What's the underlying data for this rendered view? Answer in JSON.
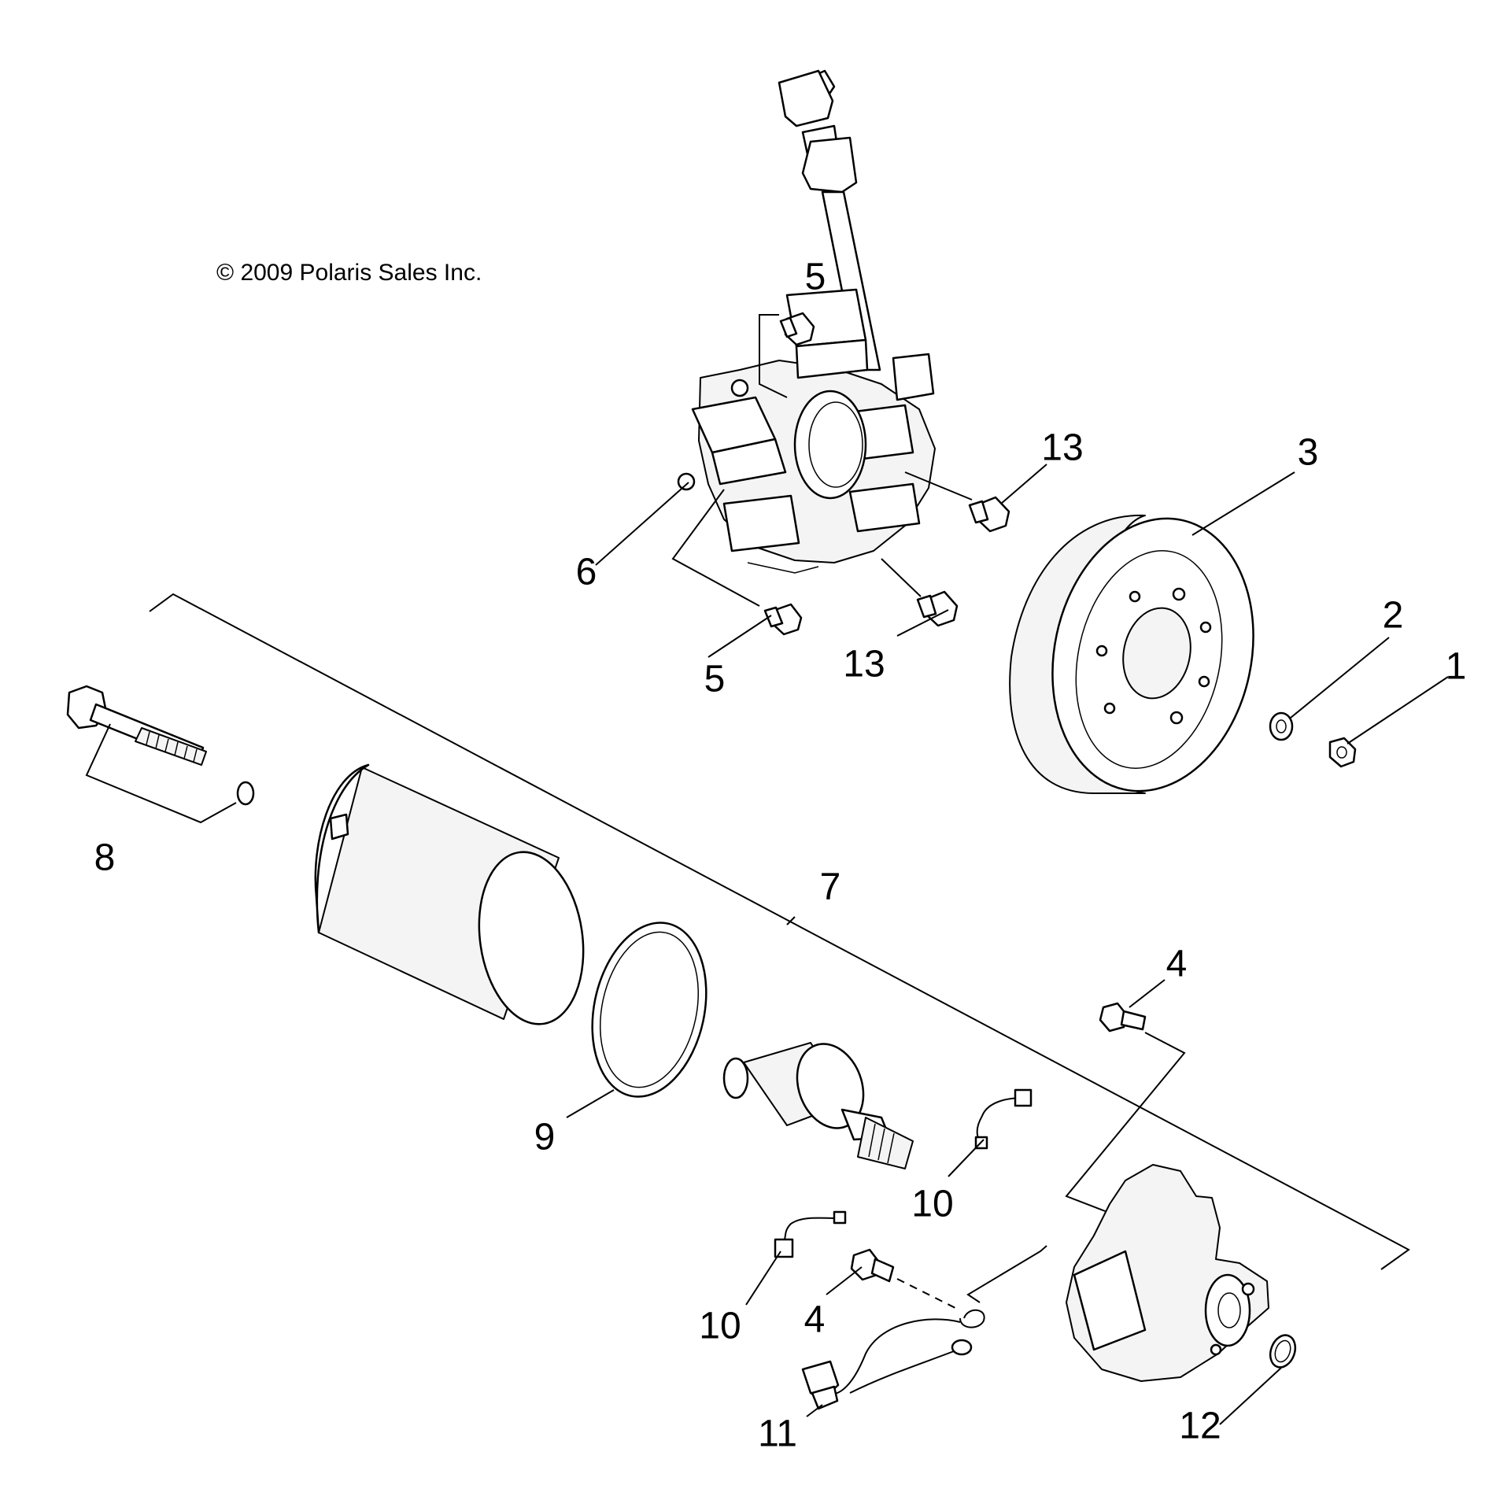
{
  "copyright": "© 2009 Polaris Sales Inc.",
  "callouts": {
    "c1": "1",
    "c2": "2",
    "c3": "3",
    "c4a": "4",
    "c4b": "4",
    "c5a": "5",
    "c5b": "5",
    "c6": "6",
    "c7": "7",
    "c8": "8",
    "c9": "9",
    "c10a": "10",
    "c10b": "10",
    "c11": "11",
    "c12": "12",
    "c13a": "13",
    "c13b": "13"
  }
}
